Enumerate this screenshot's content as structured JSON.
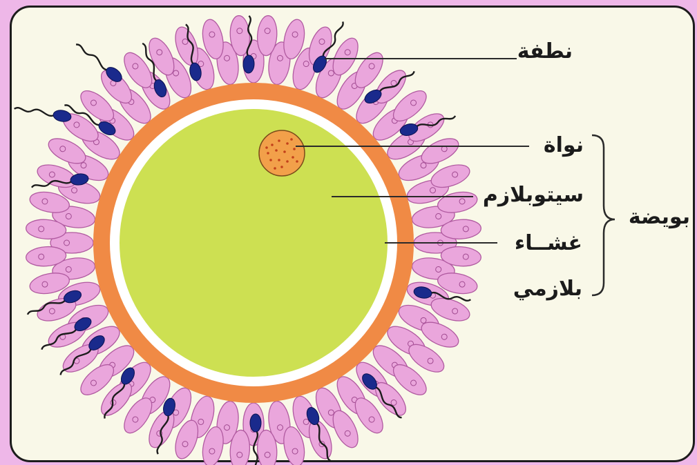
{
  "labels": {
    "sperm": "نطفة",
    "nucleus": "نواة",
    "cytoplasm": "سيتوبلازم",
    "membrane_line1": "غشــاء",
    "membrane_line2": "بلازمي",
    "ovum": "بويضة"
  },
  "colors": {
    "background": "#eeb7e8",
    "panel": "#f9f8e8",
    "follicle_cells": "#eaa6dc",
    "zona": "#f08a45",
    "membrane": "#ffffff",
    "cytoplasm": "#cde052",
    "nucleus": "#f2a04a",
    "sperm": "#1a2a8c"
  }
}
